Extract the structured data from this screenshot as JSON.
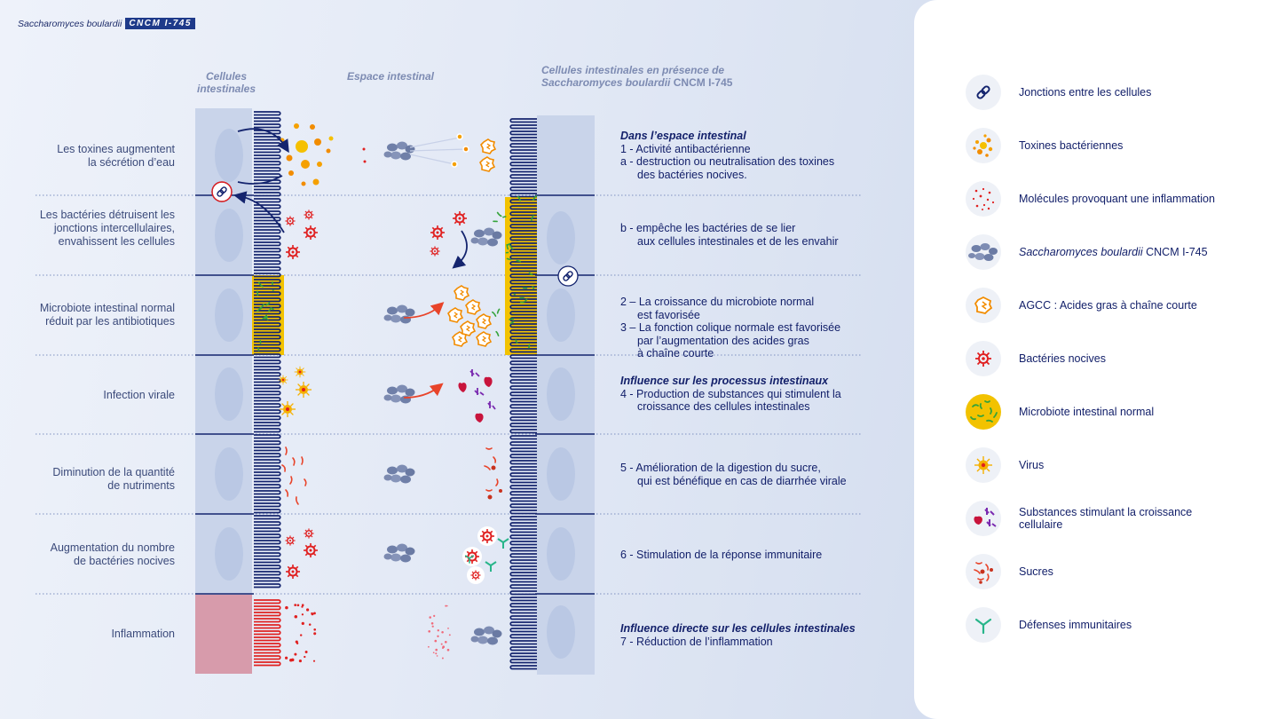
{
  "brand": {
    "name": "Saccharomyces boulardii",
    "code": "CNCM I-745"
  },
  "columns": {
    "cells_line1": "Cellules",
    "cells_line2": "intestinales",
    "space": "Espace intestinal",
    "presence_line1": "Cellules intestinales en présence de",
    "presence_italic": "Saccharomyces boulardii",
    "presence_strain": "CNCM I-745"
  },
  "rows": [
    {
      "label": [
        "Les toxines augmentent",
        "la sécrétion d’eau"
      ]
    },
    {
      "label": [
        "Les bactéries détruisent les",
        "jonctions intercellulaires,",
        "envahissent les cellules"
      ]
    },
    {
      "label": [
        "Microbiote intestinal normal",
        "réduit par les antibiotiques"
      ]
    },
    {
      "label": [
        "Infection virale"
      ]
    },
    {
      "label": [
        "Diminution de la quantité",
        "de nutriments"
      ]
    },
    {
      "label": [
        "Augmentation du nombre",
        "de bactéries nocives"
      ]
    },
    {
      "label": [
        "Inflammation"
      ]
    }
  ],
  "descriptions": {
    "d1_head": "Dans l’espace intestinal",
    "d1_l1": "1 - Activité antibactérienne",
    "d1_l2": "a - destruction ou neutralisation des toxines",
    "d1_l3": "des bactéries nocives.",
    "d2_l1": "b - empêche les bactéries de se lier",
    "d2_l2": "aux cellules intestinales et de les envahir",
    "d3_l1": "2 – La croissance du microbiote normal",
    "d3_l2": "est favorisée",
    "d3_l3": "3 – La fonction colique normale est favorisée",
    "d3_l4": "par l’augmentation des acides gras",
    "d3_l5": "à chaîne courte",
    "d4_head": "Influence sur les processus intestinaux",
    "d4_l1": "4 - Production de substances qui stimulent la",
    "d4_l2": "croissance des cellules intestinales",
    "d5_l1": "5 - Amélioration de la digestion du sucre,",
    "d5_l2": "qui est bénéfique en cas de diarrhée virale",
    "d6_l1": "6 - Stimulation de la réponse immunitaire",
    "d7_head": "Influence directe sur les cellules intestinales",
    "d7_l1": "7 - Réduction de l’inflammation"
  },
  "legend": [
    {
      "icon": "chain-link-icon",
      "label": "Jonctions entre les cellules"
    },
    {
      "icon": "toxin-dots-icon",
      "label": "Toxines bactériennes"
    },
    {
      "icon": "inflammation-dots-icon",
      "label": "Molécules provoquant une inflammation"
    },
    {
      "icon": "yeast-cluster-icon",
      "label_italic": "Saccharomyces boulardii",
      "label": " CNCM I-745"
    },
    {
      "icon": "agcc-icon",
      "label": "AGCC : Acides gras à chaîne courte"
    },
    {
      "icon": "harmful-bacteria-icon",
      "label": "Bactéries nocives"
    },
    {
      "icon": "microbiota-icon",
      "label": "Microbiote intestinal normal"
    },
    {
      "icon": "virus-icon",
      "label": "Virus"
    },
    {
      "icon": "growth-substances-icon",
      "label": [
        "Substances stimulant la croissance",
        "cellulaire"
      ]
    },
    {
      "icon": "sugar-icon",
      "label": "Sucres"
    },
    {
      "icon": "immune-defense-icon",
      "label": "Défenses immunitaires"
    }
  ],
  "colors": {
    "navy": "#14246e",
    "orange": "#f5a000",
    "red": "#e02020",
    "pink": "#d9a0ae",
    "microbiota": "#f2c200",
    "green": "#34a33a",
    "yeast": "#6f7fa8",
    "immune": "#28b58a"
  }
}
